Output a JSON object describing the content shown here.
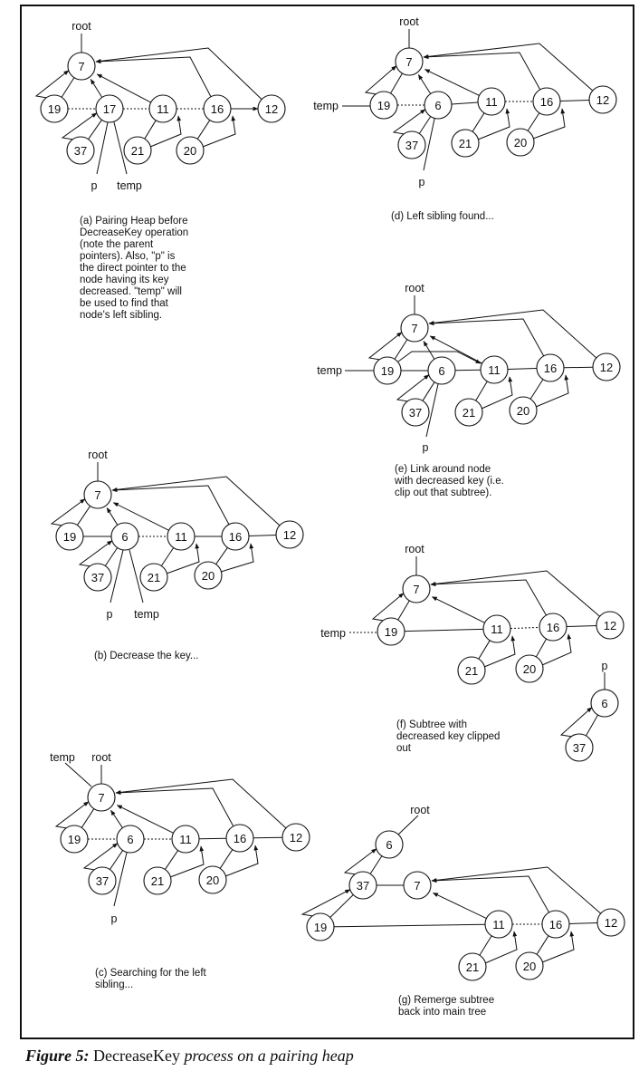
{
  "figure": {
    "label": "Figure 5:",
    "term": " DecreaseKey",
    "rest": " process on a pairing heap"
  },
  "pointer_labels": {
    "root": "root",
    "temp": "temp",
    "p": "p"
  },
  "panels": [
    {
      "id": "a",
      "caption": "(a) Pairing Heap before\nDecreaseKey operation\n(note the parent\npointers).  Also, \"p\" is\nthe direct pointer to the\nnode having its key\ndecreased.  \"temp\" will\nbe used to find that\nnode's left sibling.",
      "nodes": [
        "7",
        "19",
        "17",
        "11",
        "16",
        "12",
        "37",
        "21",
        "20"
      ]
    },
    {
      "id": "b",
      "caption": "(b) Decrease the key...",
      "nodes": [
        "7",
        "19",
        "6",
        "11",
        "16",
        "12",
        "37",
        "21",
        "20"
      ]
    },
    {
      "id": "c",
      "caption": "(c) Searching for the left\nsibling...",
      "nodes": [
        "7",
        "19",
        "6",
        "11",
        "16",
        "12",
        "37",
        "21",
        "20"
      ]
    },
    {
      "id": "d",
      "caption": "(d) Left sibling found...",
      "nodes": [
        "7",
        "19",
        "6",
        "11",
        "16",
        "12",
        "37",
        "21",
        "20"
      ]
    },
    {
      "id": "e",
      "caption": "(e) Link around node\nwith decreased key (i.e.\nclip out that subtree).",
      "nodes": [
        "7",
        "19",
        "6",
        "11",
        "16",
        "12",
        "37",
        "21",
        "20"
      ]
    },
    {
      "id": "f",
      "caption": "(f) Subtree with\ndecreased key clipped\nout",
      "nodes": [
        "7",
        "19",
        "11",
        "16",
        "12",
        "21",
        "20",
        "6",
        "37"
      ]
    },
    {
      "id": "g",
      "caption": "(g) Remerge subtree\nback into main tree",
      "nodes": [
        "6",
        "37",
        "7",
        "19",
        "11",
        "16",
        "12",
        "21",
        "20"
      ]
    }
  ]
}
